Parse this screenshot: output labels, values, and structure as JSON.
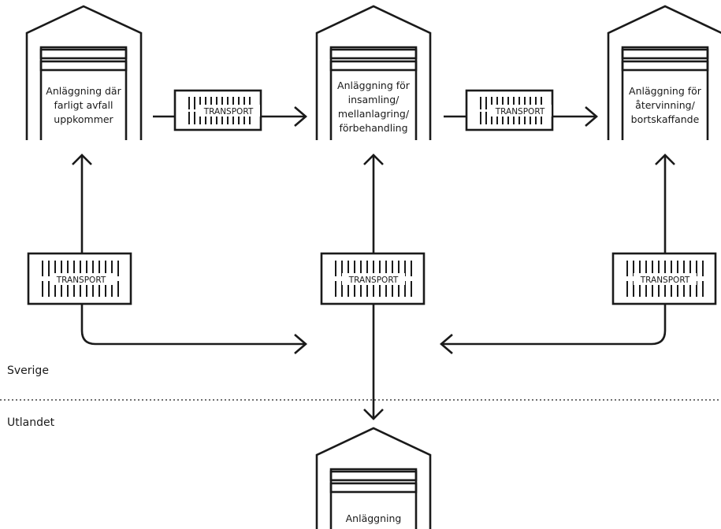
{
  "facilities": {
    "source": {
      "lines": [
        "Anläggning där",
        "farligt avfall",
        "uppkommer"
      ]
    },
    "collection": {
      "lines": [
        "Anläggning för",
        "insamling/",
        "mellanlagring/",
        "förbehandling"
      ]
    },
    "recovery": {
      "lines": [
        "Anläggning för",
        "återvinning/",
        "bortskaffande"
      ]
    },
    "foreign": {
      "lines": [
        "Anläggning"
      ]
    }
  },
  "transport_label": "TRANSPORT",
  "regions": {
    "sweden": "Sverige",
    "abroad": "Utlandet"
  }
}
